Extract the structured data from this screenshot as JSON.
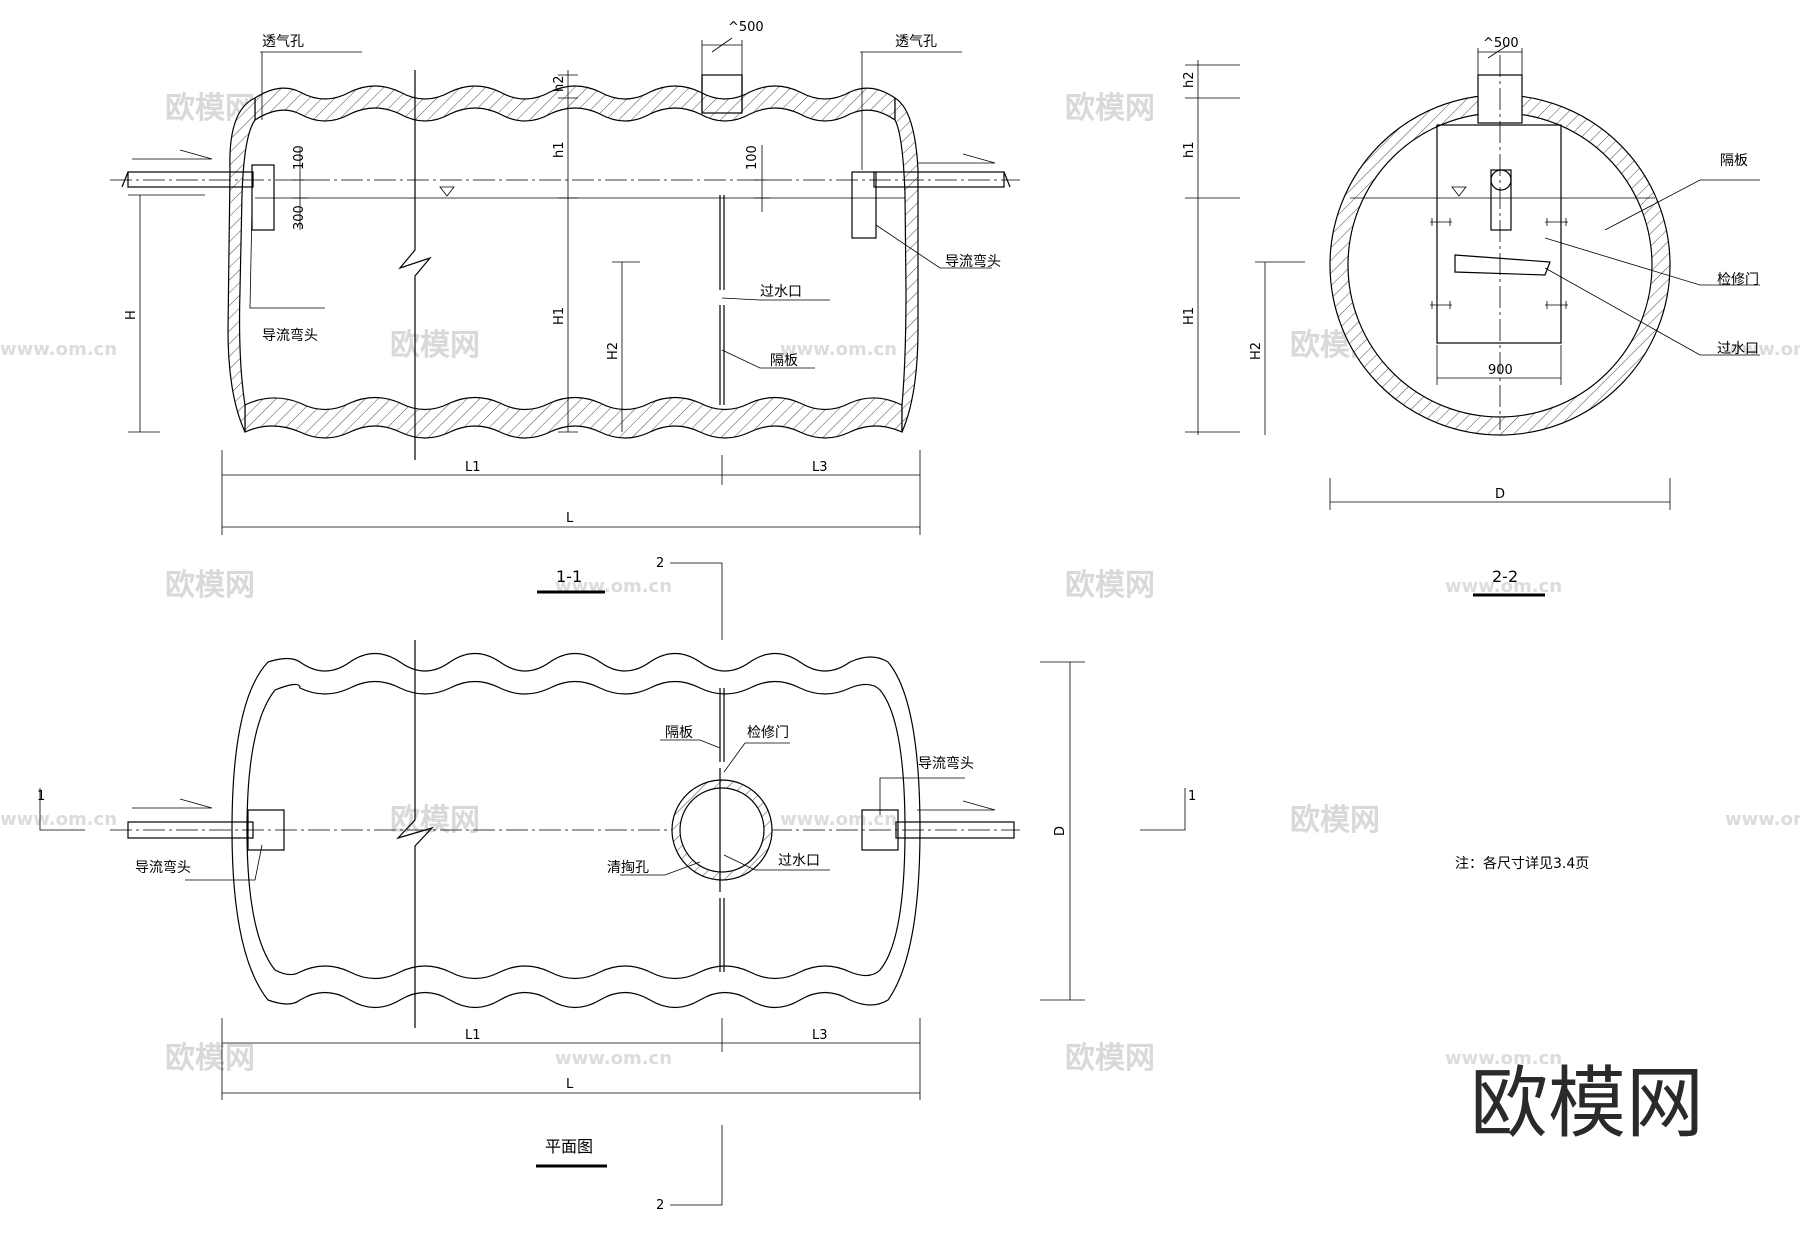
{
  "section_1_1": {
    "title": "1-1",
    "vent_left": "透气孔",
    "vent_right": "透气孔",
    "manhole_dim": "^500",
    "elbow_left": "导流弯头",
    "elbow_right": "导流弯头",
    "overflow": "过水口",
    "partition": "隔板",
    "dim_100_left": "100",
    "dim_300": "300",
    "dim_100_right": "100",
    "dim_h2": "h2",
    "dim_h1": "h1",
    "dim_H1": "H1",
    "dim_H2": "H2",
    "dim_H": "H",
    "dim_L1": "L1",
    "dim_L3": "L3",
    "dim_L": "L"
  },
  "section_2_2": {
    "title": "2-2",
    "manhole_dim": "^500",
    "partition": "隔板",
    "inspection_door": "检修门",
    "overflow": "过水口",
    "dim_900": "900",
    "dim_D": "D",
    "dim_h2": "h2",
    "dim_h1": "h1",
    "dim_H1": "H1",
    "dim_H2": "H2"
  },
  "plan": {
    "title": "平面图",
    "partition": "隔板",
    "inspection_door": "检修门",
    "elbow_left": "导流弯头",
    "elbow_right": "导流弯头",
    "cleanout": "清掏孔",
    "overflow": "过水口",
    "dim_D": "D",
    "dim_L1": "L1",
    "dim_L3": "L3",
    "dim_L": "L",
    "cut_1_left": "1",
    "cut_1_right": "1",
    "cut_2_top": "2",
    "cut_2_bottom": "2"
  },
  "note": "注：各尺寸详见3.4页",
  "watermark": {
    "text": "欧模网",
    "url": "www.om.cn",
    "brand": "欧模网"
  }
}
